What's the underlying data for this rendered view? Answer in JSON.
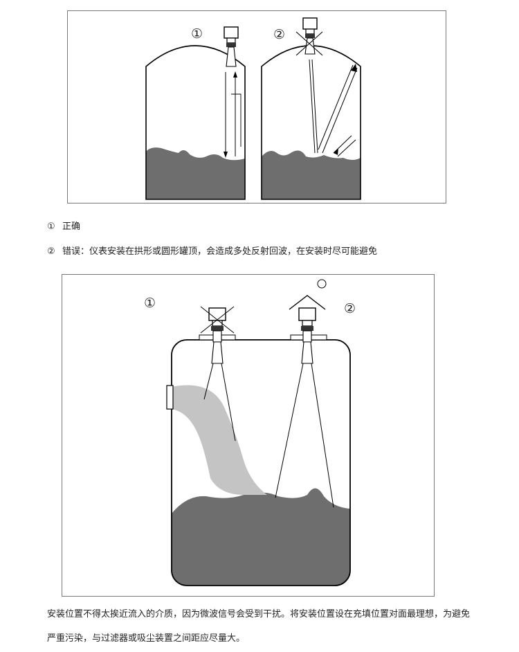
{
  "figure1": {
    "markers": {
      "left": "①",
      "right": "②"
    }
  },
  "captions": [
    {
      "num": "①",
      "text": "正确"
    },
    {
      "num": "②",
      "text": "错误：仪表安装在拱形或圆形罐顶，会造成多处反射回波，在安装时尽可能避免"
    }
  ],
  "figure2": {
    "markers": {
      "left": "①",
      "right": "②"
    }
  },
  "paragraph": {
    "line1": "安装位置不得太挨近流入的介质，因为微波信号会受到干扰。将安装位置设在充填位置对面最理想，为避免",
    "line2": "严重污染，与过滤器或吸尘装置之间距应尽量大。"
  },
  "colors": {
    "liquid": "#6e6e6e",
    "inflow": "#c4c4c4",
    "tank_stroke": "#000000"
  }
}
